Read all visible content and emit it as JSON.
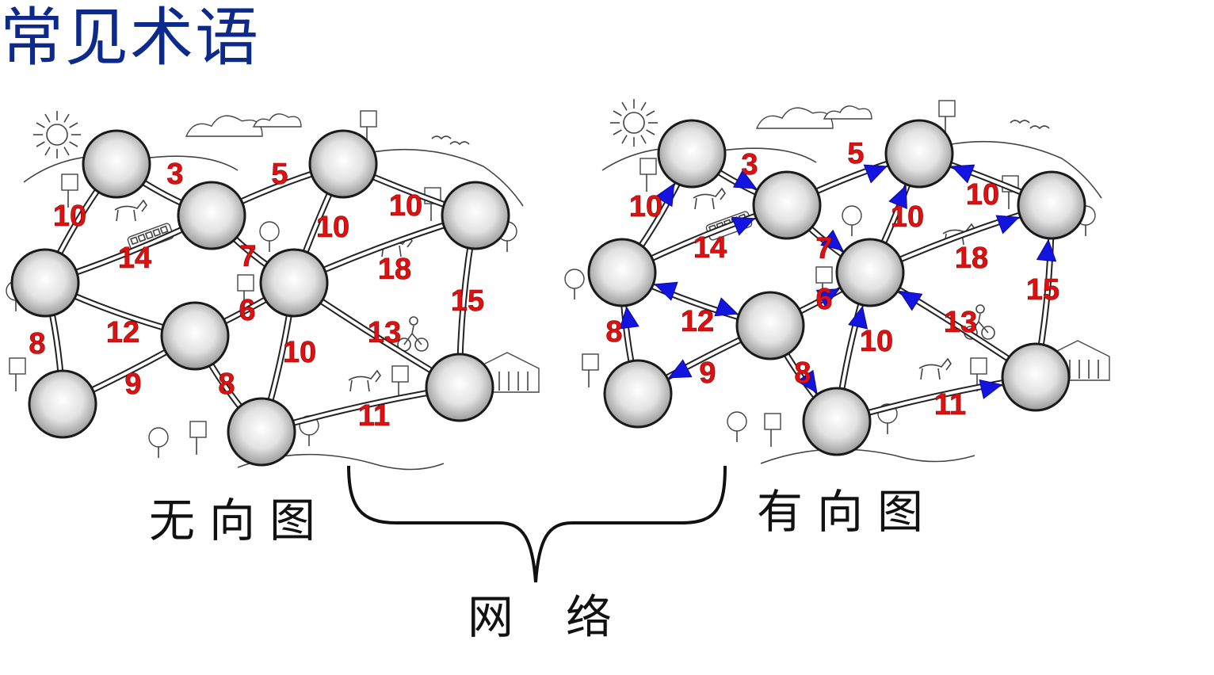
{
  "title": "常见术语",
  "captions": {
    "undirected": "无向图",
    "directed": "有向图",
    "network": "网络"
  },
  "colors": {
    "title": "#0c2a8c",
    "weight_label": "#e01010",
    "arrow": "#1414e0"
  },
  "icons": [
    "sun-icon",
    "cloud-icon",
    "bird-icon",
    "tree-icon",
    "house-icon",
    "signpost-icon",
    "bus-icon",
    "horse-icon",
    "cyclist-icon",
    "brace-icon"
  ],
  "undirected_graph": {
    "edges": [
      {
        "from": 0,
        "to": 1,
        "weight": "3"
      },
      {
        "from": 1,
        "to": 2,
        "weight": "5"
      },
      {
        "from": 2,
        "to": 3,
        "weight": "10"
      },
      {
        "from": 0,
        "to": 4,
        "weight": "10"
      },
      {
        "from": 1,
        "to": 4,
        "weight": "14"
      },
      {
        "from": 2,
        "to": 5,
        "weight": "10"
      },
      {
        "from": 1,
        "to": 5,
        "weight": "7"
      },
      {
        "from": 5,
        "to": 3,
        "weight": "18"
      },
      {
        "from": 6,
        "to": 5,
        "weight": "6"
      },
      {
        "from": 4,
        "to": 6,
        "weight": "12"
      },
      {
        "from": 4,
        "to": 7,
        "weight": "8"
      },
      {
        "from": 7,
        "to": 6,
        "weight": "9"
      },
      {
        "from": 6,
        "to": 8,
        "weight": "8"
      },
      {
        "from": 5,
        "to": 8,
        "weight": "10"
      },
      {
        "from": 5,
        "to": 9,
        "weight": "13"
      },
      {
        "from": 3,
        "to": 9,
        "weight": "15"
      },
      {
        "from": 8,
        "to": 9,
        "weight": "11"
      }
    ]
  },
  "directed_graph": {
    "edges": [
      {
        "from": 0,
        "to": 1,
        "weight": "3"
      },
      {
        "from": 1,
        "to": 2,
        "weight": "5"
      },
      {
        "from": 3,
        "to": 2,
        "weight": "10"
      },
      {
        "from": 4,
        "to": 0,
        "weight": "10"
      },
      {
        "from": 4,
        "to": 1,
        "weight": "14"
      },
      {
        "from": 5,
        "to": 2,
        "weight": "10"
      },
      {
        "from": 1,
        "to": 5,
        "weight": "7"
      },
      {
        "from": 5,
        "to": 3,
        "weight": "18"
      },
      {
        "from": 6,
        "to": 5,
        "weight": "6"
      },
      {
        "from": 4,
        "to": 6,
        "weight": "12"
      },
      {
        "from": 7,
        "to": 4,
        "weight": "8"
      },
      {
        "from": 6,
        "to": 7,
        "weight": "9"
      },
      {
        "from": 6,
        "to": 8,
        "weight": "8"
      },
      {
        "from": 8,
        "to": 5,
        "weight": "10"
      },
      {
        "from": 9,
        "to": 5,
        "weight": "13"
      },
      {
        "from": 9,
        "to": 3,
        "weight": "15"
      },
      {
        "from": 8,
        "to": 9,
        "weight": "11"
      }
    ]
  }
}
